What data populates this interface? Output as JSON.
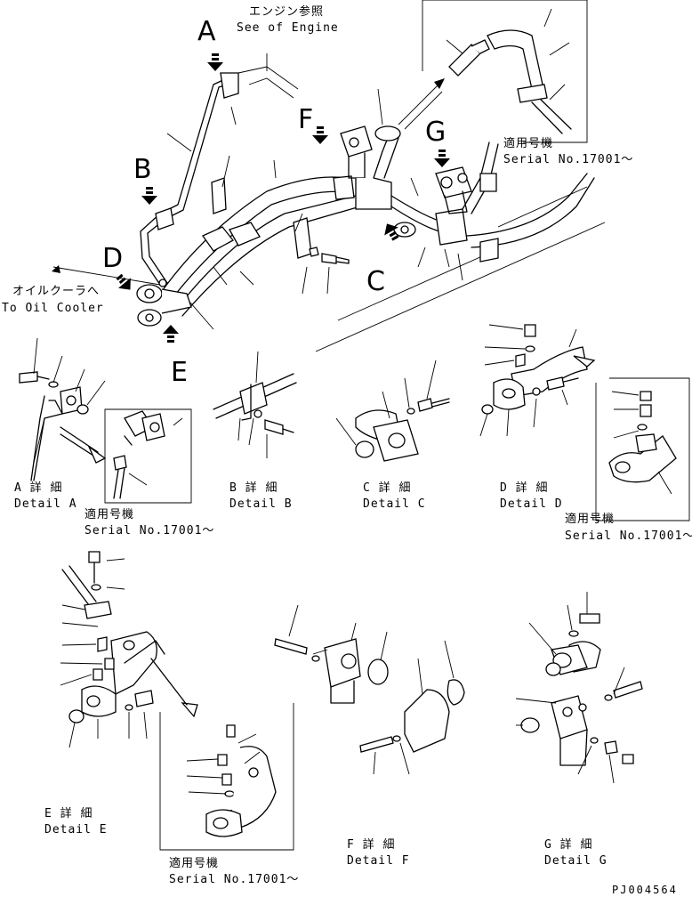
{
  "callouts": [
    "A",
    "B",
    "C",
    "D",
    "E",
    "F",
    "G"
  ],
  "labels": {
    "engine_jp": "エンジン参照",
    "engine_en": "See of Engine",
    "cooler_jp": "オイルクーラへ",
    "cooler_en": "To Oil Cooler",
    "serial_jp": "適用号機",
    "serial_en": "Serial No.17001～"
  },
  "details": [
    {
      "jp": "A 詳 細",
      "en": "Detail A"
    },
    {
      "jp": "B 詳 細",
      "en": "Detail B"
    },
    {
      "jp": "C 詳 細",
      "en": "Detail C"
    },
    {
      "jp": "D 詳 細",
      "en": "Detail D"
    },
    {
      "jp": "E 詳 細",
      "en": "Detail E"
    },
    {
      "jp": "F 詳 細",
      "en": "Detail F"
    },
    {
      "jp": "G 詳 細",
      "en": "Detail G"
    }
  ],
  "drawing_code": "PJ004564"
}
